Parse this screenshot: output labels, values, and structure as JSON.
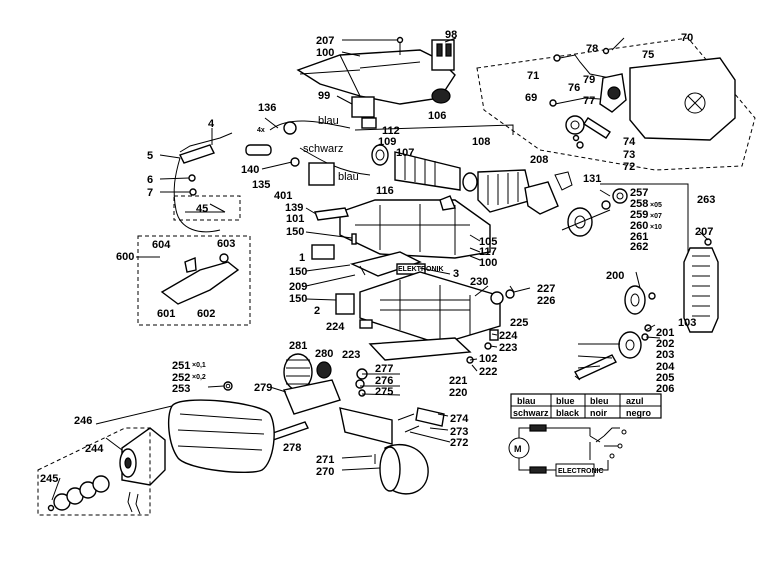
{
  "labels": {
    "l207a": "207",
    "l98": "98",
    "l100a": "100",
    "l70": "70",
    "l78": "78",
    "l75": "75",
    "l71": "71",
    "l79": "79",
    "l99": "99",
    "l69": "69",
    "l76": "76",
    "l77": "77",
    "l106": "106",
    "l136": "136",
    "l112": "112",
    "l109": "109",
    "l108": "108",
    "l4": "4",
    "l74": "74",
    "l107": "107",
    "l73": "73",
    "l72": "72",
    "l5": "5",
    "l140": "140",
    "l135": "135",
    "l208": "208",
    "l131": "131",
    "l6": "6",
    "l401": "401",
    "l116": "116",
    "l257": "257",
    "l7": "7",
    "l258": "258",
    "l263": "263",
    "l139": "139",
    "l259": "259",
    "l260": "260",
    "l101": "101",
    "l45": "45",
    "l261": "261",
    "l150a": "150",
    "l105": "105",
    "l262": "262",
    "l604": "604",
    "l603": "603",
    "l117": "117",
    "l207b": "207",
    "l1": "1",
    "l100b": "100",
    "l600": "600",
    "l150b": "150",
    "l3": "3",
    "l200": "200",
    "l230": "230",
    "l227": "227",
    "l209": "209",
    "l226": "226",
    "l150c": "150",
    "l2": "2",
    "l601": "601",
    "l602": "602",
    "l225": "225",
    "l103": "103",
    "l201": "201",
    "l224a": "224",
    "l224b": "224",
    "l202": "202",
    "l281": "281",
    "l223a": "223",
    "l223b": "223",
    "l203": "203",
    "l280": "280",
    "l102": "102",
    "l204": "204",
    "l251": "251",
    "l277": "277",
    "l222": "222",
    "l205": "205",
    "l252": "252",
    "l276": "276",
    "l206": "206",
    "l221": "221",
    "l279": "279",
    "l253": "253",
    "l275": "275",
    "l220": "220",
    "l246": "246",
    "l274": "274",
    "l273": "273",
    "l244": "244",
    "l272": "272",
    "l278": "278",
    "l271": "271",
    "l245": "245",
    "l270": "270",
    "l4x": "4x"
  },
  "small_notes": {
    "n258": "×05",
    "n259": "×07",
    "n260": "×10",
    "n251": "×0,1",
    "n252": "×0,2"
  },
  "wire_labels": {
    "blau_top": "blau",
    "schwarz": "schwarz",
    "blau_left": "blau",
    "part_tag": "ELEKTRONIK"
  },
  "color_table": {
    "rows": [
      [
        "blau",
        "blue",
        "bleu",
        "azul"
      ],
      [
        "schwarz",
        "black",
        "noir",
        "negro"
      ]
    ]
  },
  "schematic": {
    "box_label": "ELECTRONIC"
  }
}
